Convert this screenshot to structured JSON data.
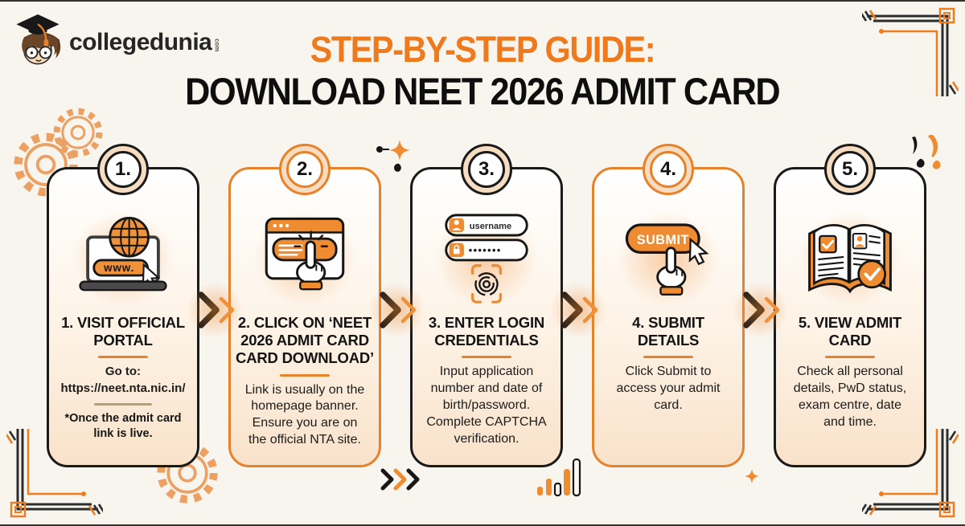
{
  "brand": {
    "name": "collegedunia",
    "suffix": "com"
  },
  "header": {
    "title_line1": "STEP-BY-STEP GUIDE:",
    "title_line2": "DOWNLOAD NEET 2026 ADMIT CARD"
  },
  "colors": {
    "accent_orange": "#ee7d22",
    "title_orange": "#ee7a1d",
    "dark": "#1a1a1a",
    "cream_ring": "#f6ddc1",
    "page_background": "#f8f4ee",
    "card_gradient_bottom": "#f9e2ca"
  },
  "steps": [
    {
      "number": "1.",
      "theme": "dark",
      "title": "1. VISIT OFFICIAL\nPORTAL",
      "body": "Go to:\nhttps://neet.nta.nic.in/",
      "note": "*Once the admit card\nlink is live.",
      "icon": "laptop-globe-www-icon",
      "icon_text": "www."
    },
    {
      "number": "2.",
      "theme": "orange",
      "title": "2. CLICK ON ‘NEET\n2026 ADMIT CARD\nCARD DOWNLOAD’",
      "body": "Link is usually on the\nhomepage banner.\nEnsure you are on\nthe official NTA site.",
      "icon": "click-homepage-banner-icon"
    },
    {
      "number": "3.",
      "theme": "dark",
      "title": "3. ENTER LOGIN\nCREDENTIALS",
      "body": "Input application\nnumber and date of\nbirth/password.\nComplete CAPTCHA\nverification.",
      "icon": "login-fields-fingerprint-icon",
      "username_placeholder": "username",
      "password_dots": "•••••••"
    },
    {
      "number": "4.",
      "theme": "orange",
      "title": "4. SUBMIT\nDETAILS",
      "body": "Click Submit to\naccess your admit\ncard.",
      "icon": "submit-button-hand-icon",
      "button_label": "SUBMIT"
    },
    {
      "number": "5.",
      "theme": "dark",
      "title": "5. VIEW ADMIT\nCARD",
      "body": "Check all personal\ndetails, PwD status,\nexam centre, date\nand time.",
      "icon": "admit-card-booklet-icon"
    }
  ]
}
